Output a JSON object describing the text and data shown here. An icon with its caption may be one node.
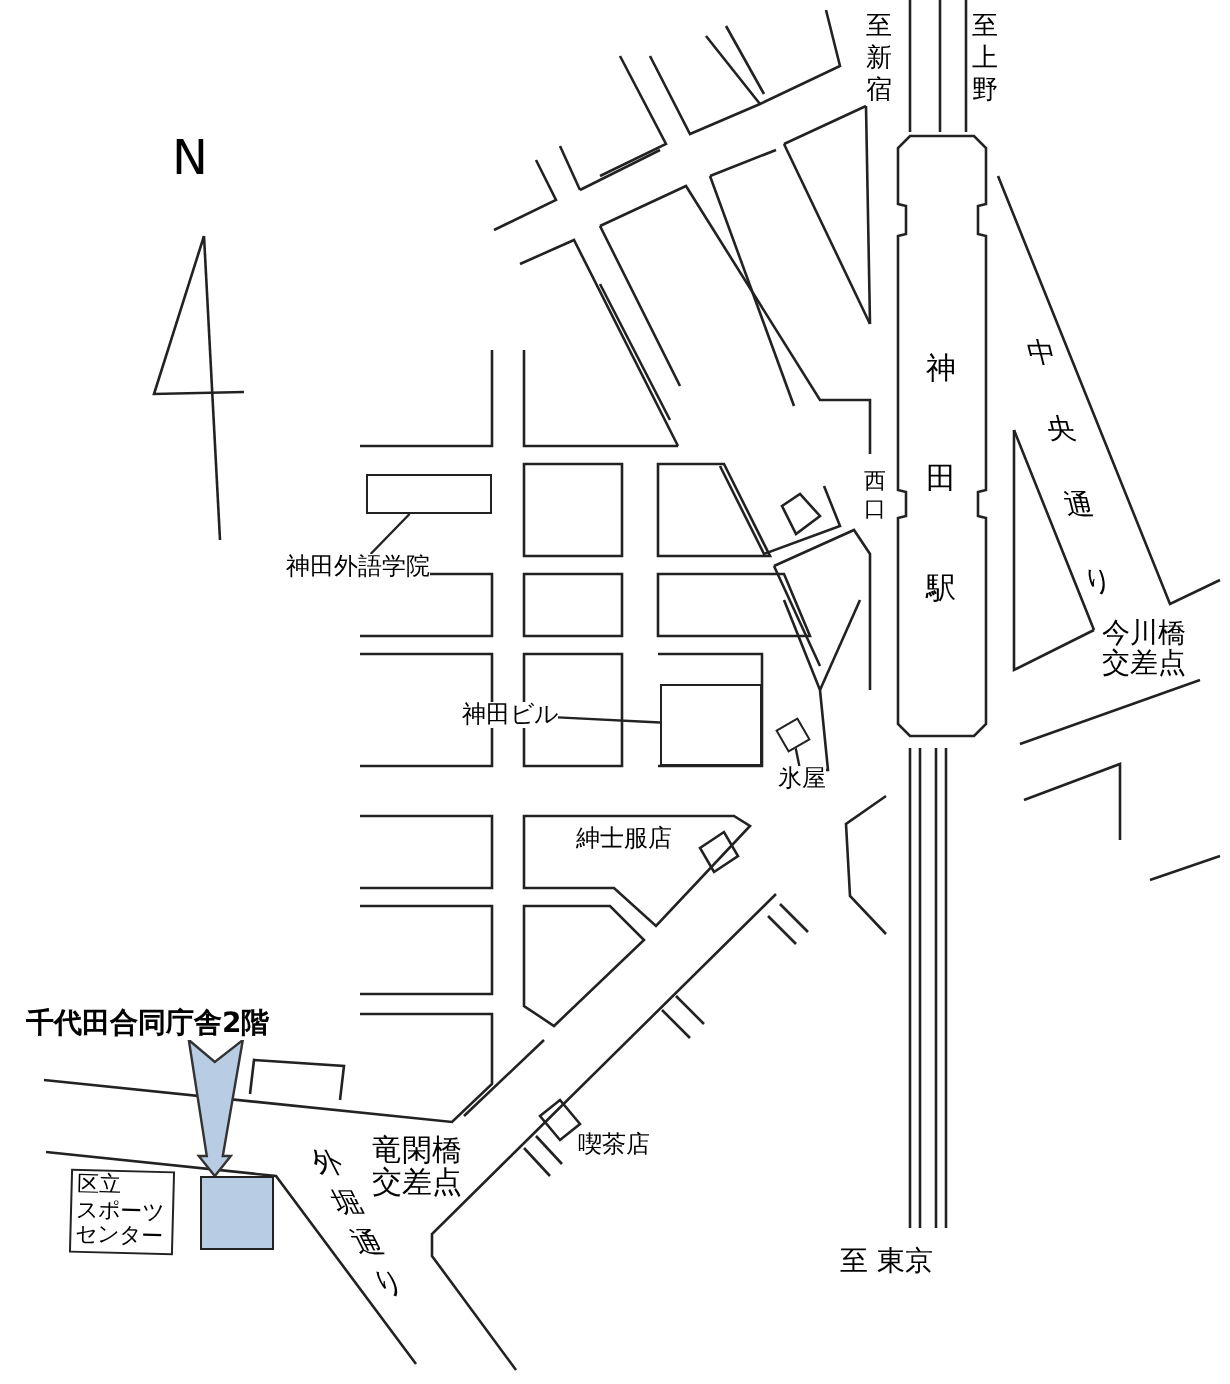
{
  "diagram": {
    "nodes": [
      {
        "text": [
          "神田駅"
        ]
      },
      {
        "text": [
          "神田外語学院"
        ]
      },
      {
        "text": [],
        "shape": "box"
      },
      {
        "text": [
          "神田ビル"
        ]
      },
      {
        "text": [],
        "shape": "box"
      },
      {
        "text": [
          "氷屋"
        ]
      },
      {
        "text": [],
        "shape": "box"
      },
      {
        "text": [
          "千代田合同庁舎2階"
        ]
      },
      {
        "text": [],
        "shape": "box"
      },
      {
        "text": [
          "区立スポーツセンター"
        ]
      }
    ],
    "edges": [
      {
        "from": 1,
        "to": 2,
        "arrow": "none"
      },
      {
        "from": 3,
        "to": 4,
        "arrow": "none"
      },
      {
        "from": 5,
        "to": 6,
        "arrow": "none"
      },
      {
        "from": 7,
        "to": 8,
        "arrow": "to",
        "color": "#b8cce4"
      }
    ],
    "labels": [
      "至新宿",
      "至上野",
      "N",
      "中央通り",
      "西口",
      "今川橋交差点",
      "紳士服店",
      "竜閑橋交差点",
      "喫茶店",
      "外堀通り",
      "至 東京"
    ]
  }
}
